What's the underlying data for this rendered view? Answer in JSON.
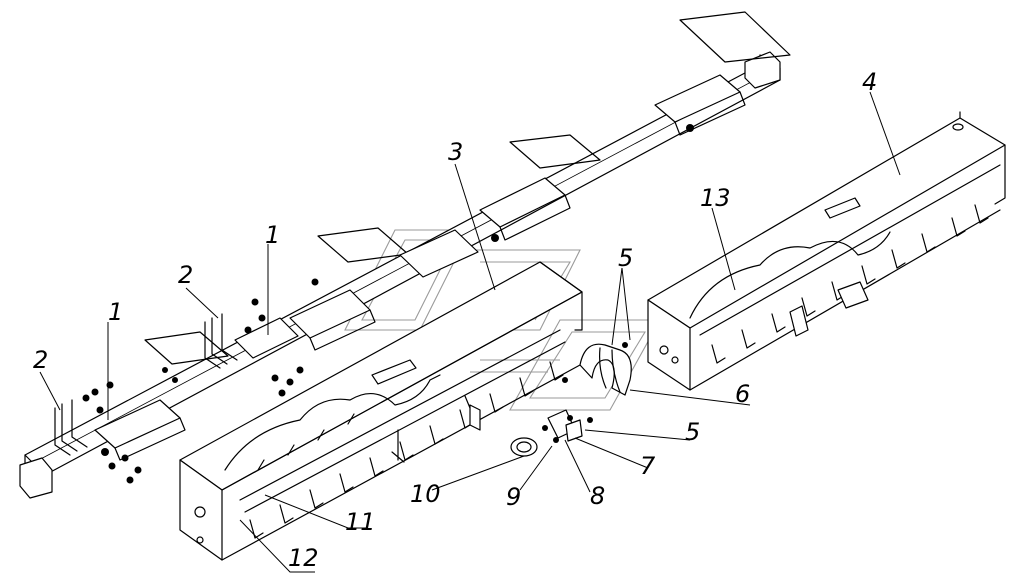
{
  "callouts": {
    "c1a": "1",
    "c1b": "1",
    "c2a": "2",
    "c2b": "2",
    "c3": "3",
    "c4": "4",
    "c5a": "5",
    "c5b": "5",
    "c6": "6",
    "c7": "7",
    "c8": "8",
    "c9": "9",
    "c10": "10",
    "c11": "11",
    "c12": "12",
    "c13": "13"
  }
}
